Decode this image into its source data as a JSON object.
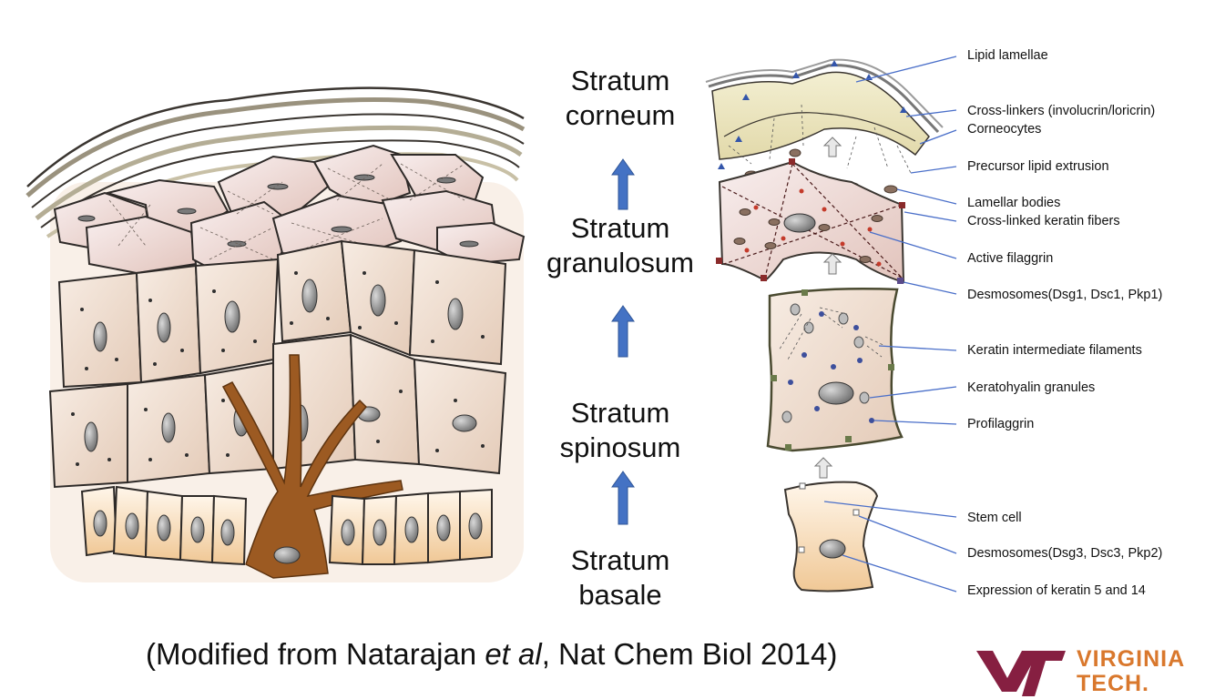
{
  "layers": [
    {
      "id": "corneum",
      "line1": "Stratum",
      "line2": "corneum"
    },
    {
      "id": "granulosum",
      "line1": "Stratum",
      "line2": "granulosum"
    },
    {
      "id": "spinosum",
      "line1": "Stratum",
      "line2": "spinosum"
    },
    {
      "id": "basale",
      "line1": "Stratum",
      "line2": "basale"
    }
  ],
  "callouts": [
    "Lipid lamellae",
    "Cross-linkers (involucrin/loricrin)",
    "Corneocytes",
    "Precursor lipid extrusion",
    "Lamellar bodies",
    "Cross-linked keratin fibers",
    "Active filaggrin",
    "Desmosomes(Dsg1, Dsc1, Pkp1)",
    "Keratin intermediate filaments",
    "Keratohyalin granules",
    "Profilaggrin",
    "Stem cell",
    "Desmosomes(Dsg3, Dsc3, Pkp2)",
    "Expression of keratin 5 and 14"
  ],
  "citation": {
    "prefix": "(Modified from Natarajan ",
    "emphasis": "et al",
    "suffix": ", Nat Chem Biol 2014)"
  },
  "logo": {
    "line1": "VIRGINIA",
    "line2": "TECH."
  },
  "colors": {
    "arrow_blue": "#4472c4",
    "callout_line": "#4a6fc9",
    "logo_maroon": "#861f41",
    "logo_orange": "#d9782d",
    "melanocyte": "#9c5a22",
    "cell_fill": "#f3e3d6"
  }
}
